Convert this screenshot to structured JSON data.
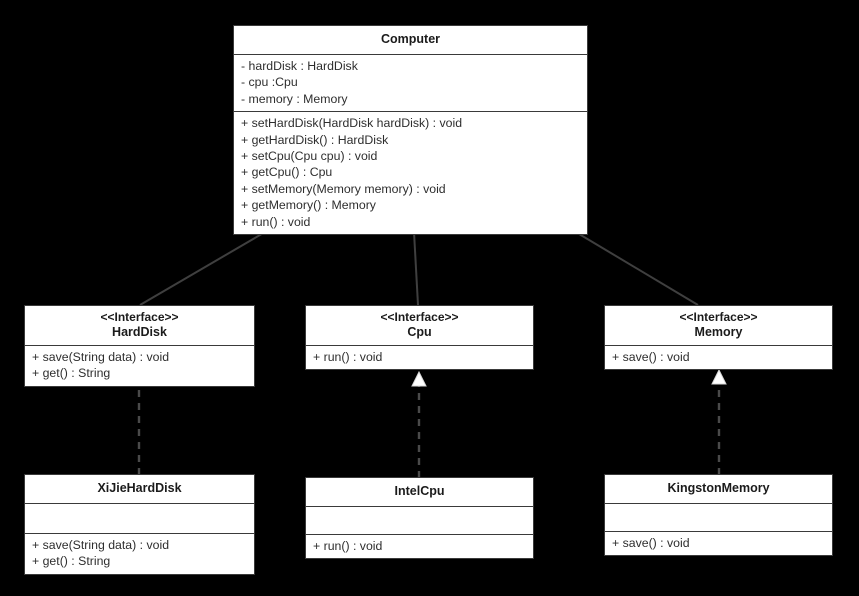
{
  "diagram": {
    "type": "uml-class-diagram",
    "background_color": "#000000",
    "box_fill": "#ffffff",
    "box_border": "#3a3a3a",
    "edge_color": "#3f3f3f",
    "stereotype_label": "<<Interface>>"
  },
  "classes": {
    "computer": {
      "name": "Computer",
      "attributes": [
        "- hardDisk : HardDisk",
        "- cpu :Cpu",
        "- memory : Memory"
      ],
      "methods": [
        "+ setHardDisk(HardDisk hardDisk) : void",
        "+ getHardDisk() : HardDisk",
        "+ setCpu(Cpu cpu) : void",
        "+ getCpu() : Cpu",
        "+ setMemory(Memory memory) : void",
        "+ getMemory() : Memory",
        "+ run() : void"
      ]
    },
    "harddisk_interface": {
      "stereotype": "<<Interface>>",
      "name": "HardDisk",
      "methods": [
        "+ save(String data) : void",
        "+ get() : String"
      ]
    },
    "cpu_interface": {
      "stereotype": "<<Interface>>",
      "name": "Cpu",
      "methods": [
        "+ run() : void"
      ]
    },
    "memory_interface": {
      "stereotype": "<<Interface>>",
      "name": "Memory",
      "methods": [
        "+ save() : void"
      ]
    },
    "xijie_harddisk": {
      "name": "XiJieHardDisk",
      "attributes": [],
      "methods": [
        "+ save(String data) : void",
        "+ get() : String"
      ]
    },
    "intel_cpu": {
      "name": "IntelCpu",
      "attributes": [],
      "methods": [
        "+ run() : void"
      ]
    },
    "kingston_memory": {
      "name": "KingstonMemory",
      "attributes": [],
      "methods": [
        "+ save() : void"
      ]
    }
  },
  "relationships": [
    {
      "from": "Computer",
      "to": "HardDisk",
      "kind": "composition"
    },
    {
      "from": "Computer",
      "to": "Cpu",
      "kind": "composition"
    },
    {
      "from": "Computer",
      "to": "Memory",
      "kind": "composition"
    },
    {
      "from": "XiJieHardDisk",
      "to": "HardDisk",
      "kind": "realization"
    },
    {
      "from": "IntelCpu",
      "to": "Cpu",
      "kind": "realization"
    },
    {
      "from": "KingstonMemory",
      "to": "Memory",
      "kind": "realization"
    }
  ]
}
